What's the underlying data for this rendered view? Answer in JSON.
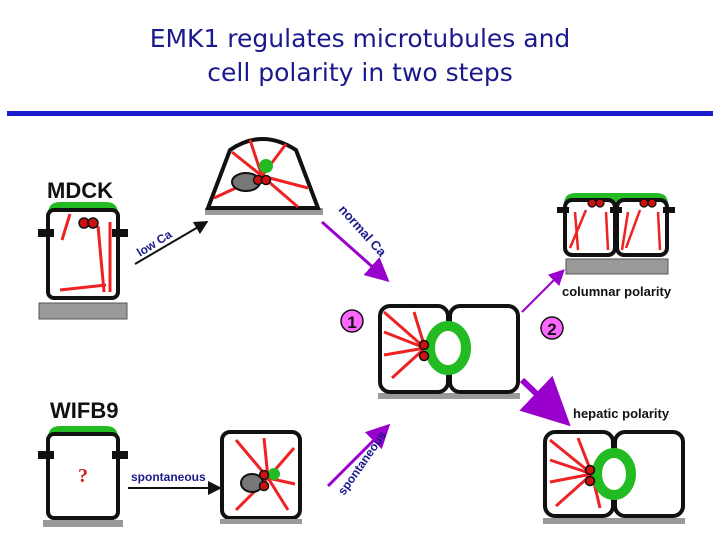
{
  "slide": {
    "title_line1": "EMK1 regulates microtubules and",
    "title_line2": "cell polarity in two steps"
  },
  "labels": {
    "mdck": "MDCK",
    "wifb9": "WIFB9",
    "question": "?",
    "low_ca": "low Ca",
    "normal_ca": "normal Ca",
    "spontaneous_h": "spontaneous",
    "spontaneous_d": "spontaneous",
    "step1": "1",
    "step2": "2",
    "columnar": "columnar polarity",
    "hepatic": "hepatic polarity"
  },
  "colors": {
    "title": "#1a1a8c",
    "rule": "#1a1acc",
    "arrow": "#9900cc",
    "apical": "#22bb22",
    "microtubule": "#ee2222",
    "substrate": "#999999",
    "step_badge": "#ff66ff"
  }
}
